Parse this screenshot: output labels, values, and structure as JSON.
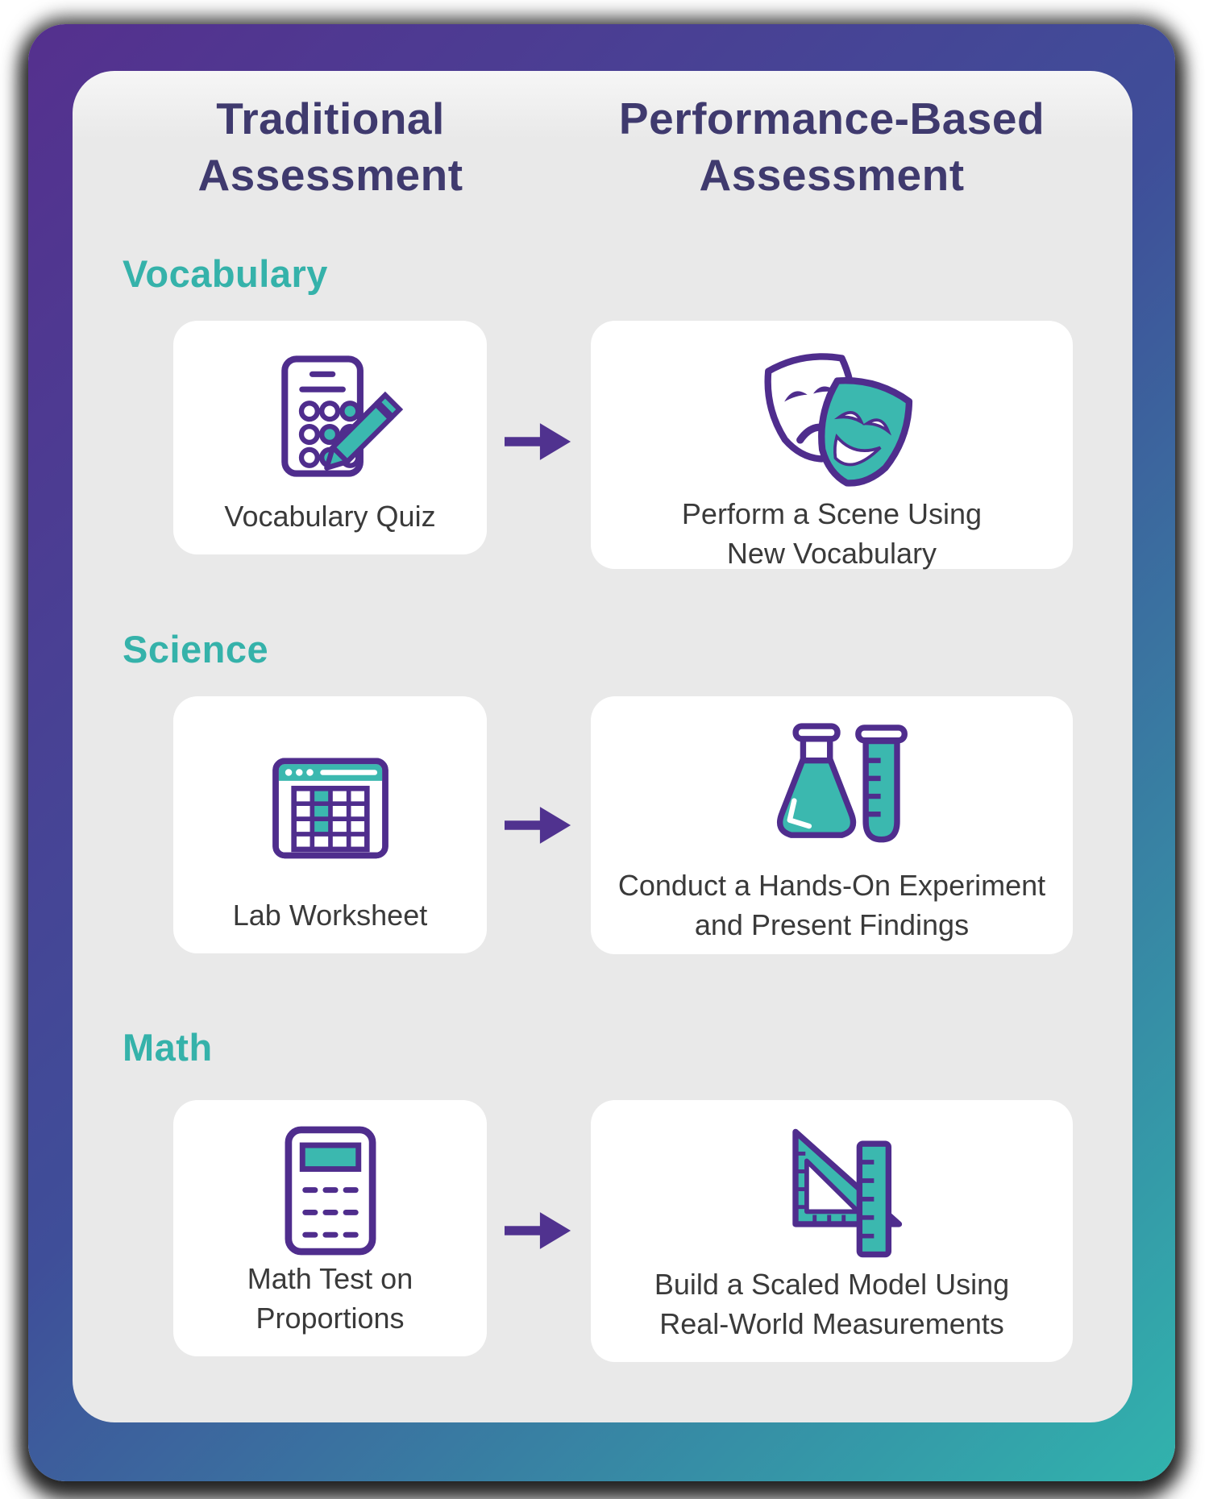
{
  "infographic": {
    "columns": [
      {
        "title_lines": [
          "Traditional",
          "Assessment"
        ]
      },
      {
        "title_lines": [
          "Performance-Based",
          "Assessment"
        ]
      }
    ],
    "sections": [
      {
        "heading": "Vocabulary",
        "traditional": {
          "icon": "quiz-checklist-icon",
          "label_lines": [
            "Vocabulary Quiz"
          ]
        },
        "performance": {
          "icon": "theater-masks-icon",
          "label_lines": [
            "Perform a Scene Using",
            "New Vocabulary"
          ]
        }
      },
      {
        "heading": "Science",
        "traditional": {
          "icon": "lab-worksheet-icon",
          "label_lines": [
            "Lab Worksheet"
          ]
        },
        "performance": {
          "icon": "flask-test-tube-icon",
          "label_lines": [
            "Conduct a Hands-On Experiment",
            "and Present Findings"
          ]
        }
      },
      {
        "heading": "Math",
        "traditional": {
          "icon": "calculator-icon",
          "label_lines": [
            "Math Test on",
            "Proportions"
          ]
        },
        "performance": {
          "icon": "ruler-set-square-icon",
          "label_lines": [
            "Build a Scaled Model Using",
            "Real-World Measurements"
          ]
        }
      }
    ],
    "colors": {
      "teal": "#35B2AA",
      "icon_teal_fill": "#3BB8AF",
      "purple": "#4F2D8D",
      "header_navy": "#3F3A6E",
      "label_gray": "#3A3A3A",
      "panel_gray": "#E9E9E9",
      "gradient_start": "#55308E",
      "gradient_end": "#31B3AD"
    }
  }
}
